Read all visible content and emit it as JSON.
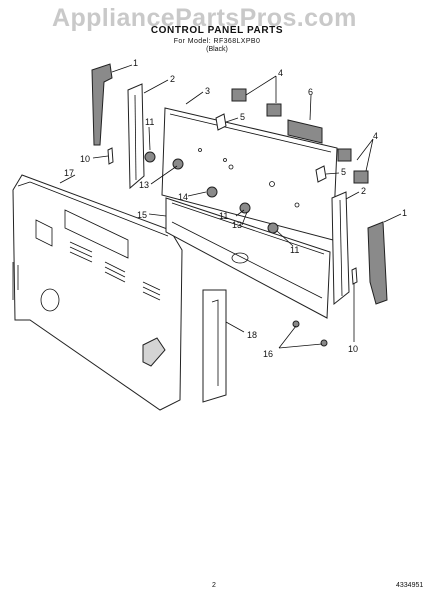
{
  "watermark": "AppliancePartsPros.com",
  "header": {
    "title": "CONTROL PANEL PARTS",
    "subtitle": "For Model: RF368LXPB0",
    "variant": "(Black)"
  },
  "callouts": [
    "1",
    "2",
    "3",
    "4",
    "5",
    "6",
    "4",
    "5",
    "2",
    "1",
    "10",
    "11",
    "13",
    "17",
    "15",
    "14",
    "11",
    "13",
    "11",
    "10",
    "18",
    "16"
  ],
  "footer": {
    "page": "2",
    "document_number": "4334951"
  }
}
